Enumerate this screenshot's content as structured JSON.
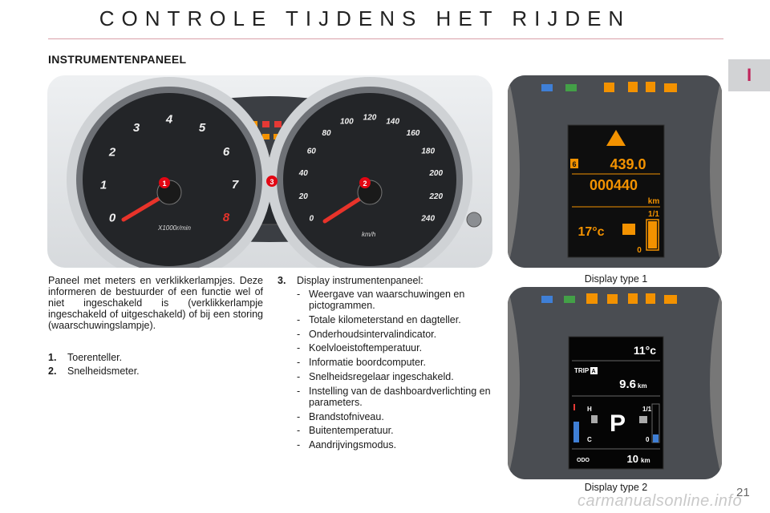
{
  "page": {
    "title": "CONTROLE TIJDENS HET RIJDEN",
    "chapter_marker": "I",
    "section_heading": "INSTRUMENTENPANEEL",
    "page_number": "21",
    "watermark": "carmanualsonline.info"
  },
  "colors": {
    "accent": "#c0245b",
    "title_rule": "#d9a0a8",
    "needle": "#e8332a",
    "display_amber": "#f39200",
    "callout_red": "#e30613"
  },
  "instrument_panel": {
    "tach_ticks": [
      "0",
      "1",
      "2",
      "3",
      "4",
      "5",
      "6",
      "7",
      "8"
    ],
    "tach_unit": "X1000r/min",
    "speedo_ticks": [
      "0",
      "20",
      "40",
      "60",
      "80",
      "100",
      "120",
      "140",
      "160",
      "180",
      "200",
      "220",
      "240"
    ],
    "speedo_unit": "km/h",
    "callouts": [
      "1",
      "2",
      "3"
    ]
  },
  "display_type_1": {
    "caption": "Display type 1",
    "value_top": "439.0",
    "value_bottom": "000440",
    "unit": "km",
    "gear": "6",
    "temperature": "17°c",
    "fuel_fraction": "1/1",
    "fuel_empty": "0"
  },
  "display_type_2": {
    "caption": "Display type 2",
    "temperature": "11°c",
    "trip_label": "TRIP",
    "trip_letter": "A",
    "trip_value": "9.6",
    "unit": "km",
    "gear": "P",
    "temp_high": "H",
    "temp_cold": "C",
    "fuel_full": "1/1",
    "fuel_empty": "0",
    "odo_label": "ODO",
    "odo_value": "10"
  },
  "body": {
    "intro": "Paneel met meters en verklikkerlampjes. Deze informeren de bestuurder of een functie wel of niet ingeschakeld is (verklikkerlampje ingeschakeld of uitgeschakeld) of bij een storing (waarschuwingslampje).",
    "items": [
      {
        "num": "1.",
        "label": "Toerenteller."
      },
      {
        "num": "2.",
        "label": "Snelheidsmeter."
      }
    ],
    "item3": {
      "num": "3.",
      "label": "Display instrumentenpaneel:",
      "bullets": [
        "Weergave van waarschuwingen en pictogrammen.",
        "Totale kilometerstand en dagteller.",
        "Onderhoudsintervalindicator.",
        "Koelvloeistoftemperatuur.",
        "Informatie boordcomputer.",
        "Snelheidsregelaar ingeschakeld.",
        "Instelling van de dashboardverlichting en parameters.",
        "Brandstofniveau.",
        "Buitentemperatuur.",
        "Aandrijvingsmodus."
      ]
    }
  }
}
